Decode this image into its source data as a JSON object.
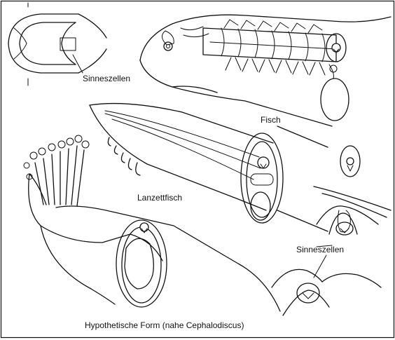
{
  "labels": {
    "sensory_cells_top": "Sinneszellen",
    "fish": "Fisch",
    "lancelet": "Lanzettfisch",
    "sensory_cells_right": "Sinneszellen",
    "hypothetical_form": "Hypothetische Form (nahe Cephalodiscus)"
  }
}
